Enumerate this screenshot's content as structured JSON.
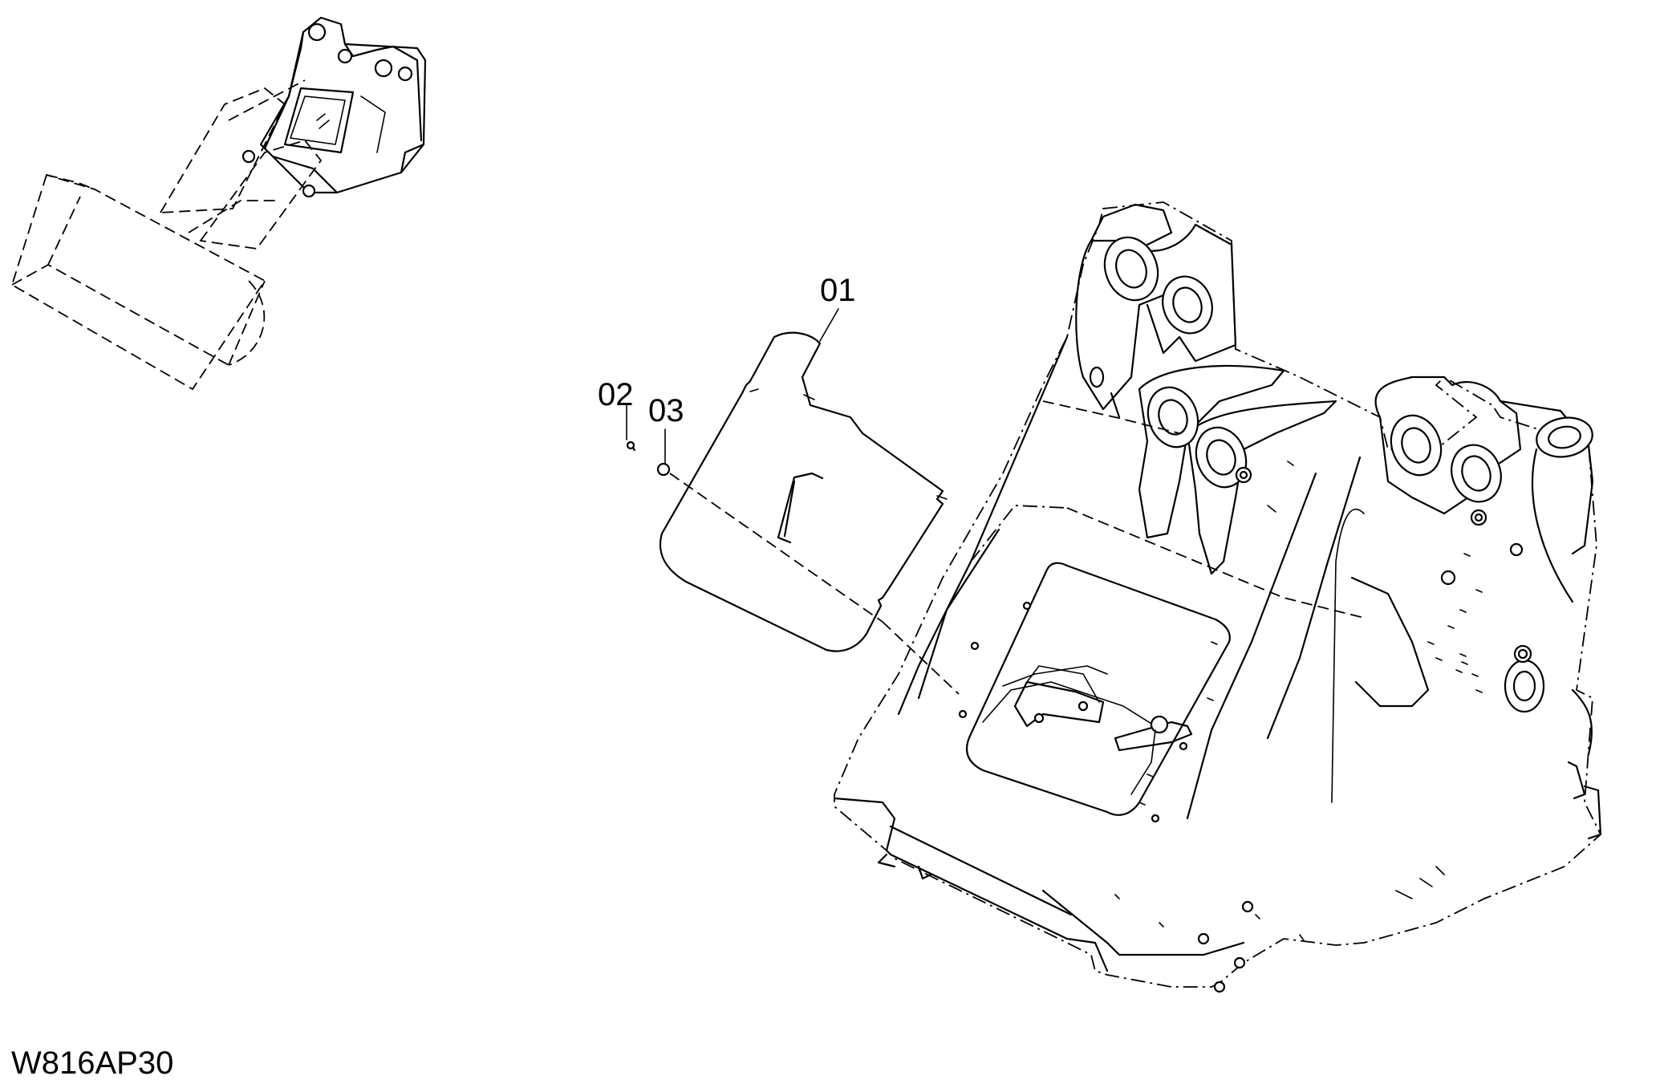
{
  "callouts": {
    "part_01": "01",
    "part_02": "02",
    "part_03": "03"
  },
  "drawing_id": "W816AP30"
}
